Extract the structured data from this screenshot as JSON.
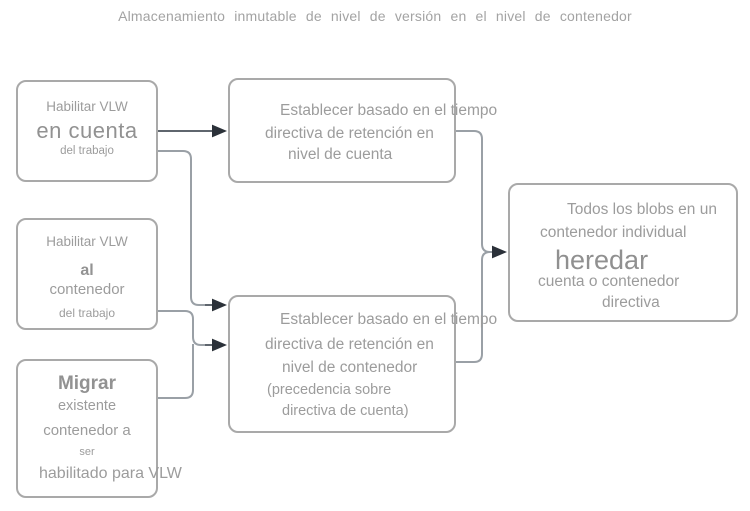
{
  "title": "Almacenamiento inmutable de nivel de versión en el nivel de contenedor",
  "colors": {
    "box_border": "#a9a9a9",
    "connector_line": "#9aa0a6",
    "arrow_shaft": "#5f666e",
    "arrowhead": "#2b3139",
    "text": "#9c9c9c",
    "title_text": "#a3a3a3",
    "background": "#ffffff"
  },
  "boxes": {
    "b1": {
      "lines": [
        "Habilitar VLW",
        "en cuenta",
        "del trabajo"
      ]
    },
    "b2": {
      "lines": [
        "Habilitar VLW",
        "al",
        "contenedor",
        "del trabajo"
      ]
    },
    "b3": {
      "lines": [
        "Migrar",
        "existente",
        "contenedor a",
        "ser",
        "habilitado para VLW"
      ]
    },
    "m1": {
      "lines": [
        "Establecer basado en el tiempo",
        "directiva de retención en",
        "nivel de cuenta"
      ]
    },
    "m2": {
      "lines": [
        "Establecer basado en el tiempo",
        "directiva de retención en",
        "nivel de contenedor",
        "(precedencia sobre",
        "directiva de cuenta)"
      ]
    },
    "r1": {
      "lines": [
        "Todos los blobs en un",
        "contenedor individual",
        "heredar",
        "cuenta o contenedor",
        "directiva"
      ]
    }
  }
}
